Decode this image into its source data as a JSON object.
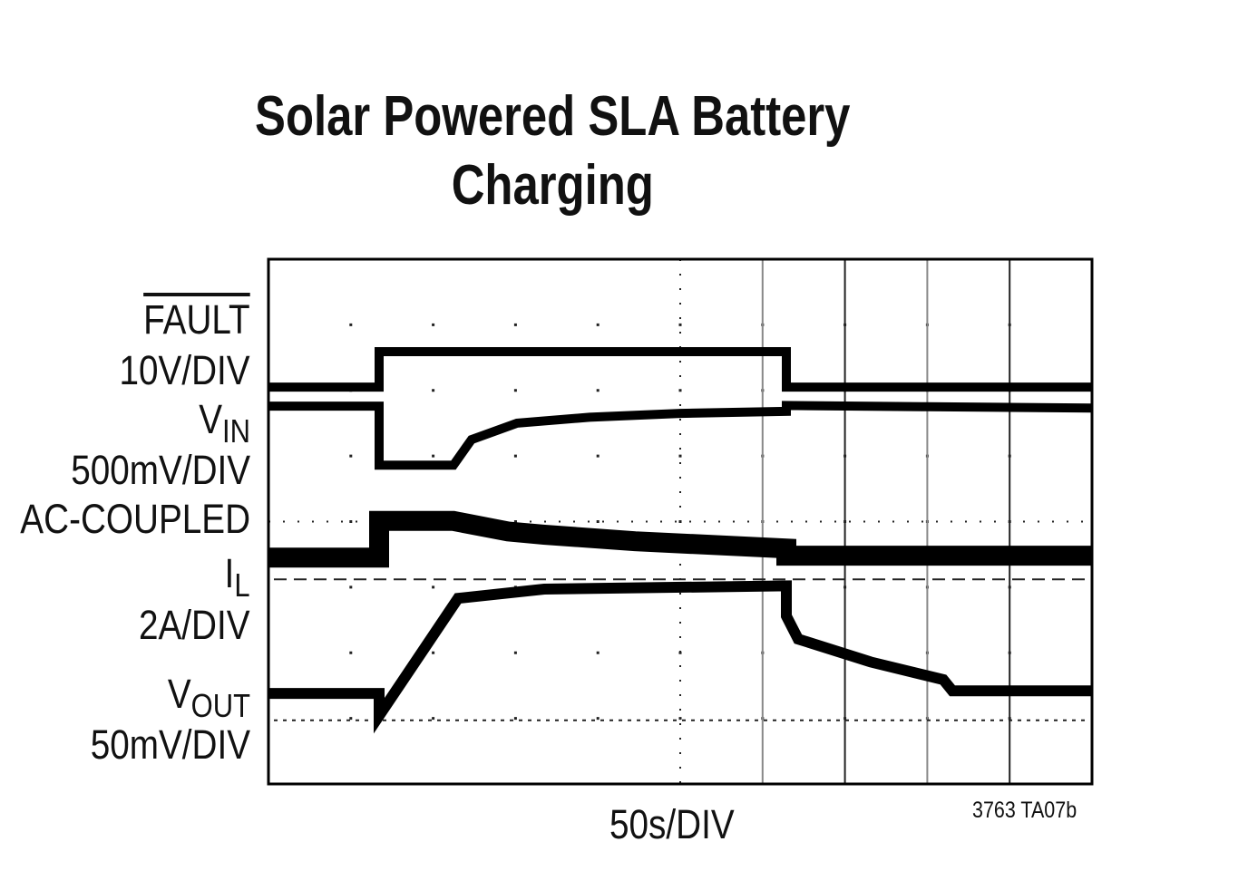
{
  "chart_data": {
    "type": "line",
    "title": "Solar Powered SLA Battery Charging",
    "title_lines": [
      "Solar Powered SLA Battery",
      "Charging"
    ],
    "xlabel": "50s/DIV",
    "footnote": "3763 TA07b",
    "x_units": "s",
    "y_units": "div",
    "xlim": [
      0,
      500
    ],
    "ylim": [
      0,
      8
    ],
    "x_divisions": 10,
    "y_divisions": 8,
    "grid": true,
    "channel_labels": [
      {
        "name": "FAULT",
        "scale": "10V/DIV",
        "overline": true
      },
      {
        "name": "V",
        "sub": "IN",
        "scale": "500mV/DIV",
        "extra": "AC-COUPLED"
      },
      {
        "name": "I",
        "sub": "L",
        "scale": "2A/DIV"
      },
      {
        "name": "V",
        "sub": "OUT",
        "scale": "50mV/DIV"
      }
    ],
    "reference_levels": [
      {
        "name": "IL zero",
        "y": 3.12,
        "style": "dashed"
      },
      {
        "name": "VOUT reference",
        "y": 0.97,
        "style": "dotted"
      }
    ],
    "series": [
      {
        "name": "FAULT",
        "points": [
          [
            0,
            6.05
          ],
          [
            67.2,
            6.05
          ],
          [
            67.2,
            6.59
          ],
          [
            314.4,
            6.59
          ],
          [
            314.4,
            6.05
          ],
          [
            500,
            6.05
          ]
        ]
      },
      {
        "name": "VIN",
        "points": [
          [
            0,
            5.76
          ],
          [
            67.2,
            5.76
          ],
          [
            67.2,
            4.86
          ],
          [
            112.3,
            4.86
          ],
          [
            123.3,
            5.25
          ],
          [
            150.9,
            5.5
          ],
          [
            194.9,
            5.59
          ],
          [
            250,
            5.65
          ],
          [
            314.4,
            5.68
          ],
          [
            314.4,
            5.77
          ],
          [
            400,
            5.75
          ],
          [
            500,
            5.73
          ]
        ]
      },
      {
        "name": "IL",
        "points": [
          [
            0,
            3.45
          ],
          [
            67.2,
            3.45
          ],
          [
            67.2,
            4.01
          ],
          [
            112.3,
            4.01
          ],
          [
            145.4,
            3.85
          ],
          [
            167.4,
            3.8
          ],
          [
            222.5,
            3.7
          ],
          [
            314.4,
            3.59
          ],
          [
            314.4,
            3.48
          ],
          [
            500,
            3.48
          ]
        ]
      },
      {
        "name": "VOUT",
        "points": [
          [
            0,
            1.38
          ],
          [
            67.2,
            1.38
          ],
          [
            67.2,
            1.04
          ],
          [
            115.1,
            2.83
          ],
          [
            167.4,
            2.97
          ],
          [
            314.4,
            3.02
          ],
          [
            314.4,
            2.56
          ],
          [
            321.6,
            2.21
          ],
          [
            365.6,
            1.86
          ],
          [
            409.7,
            1.59
          ],
          [
            415.2,
            1.42
          ],
          [
            500,
            1.42
          ]
        ]
      }
    ]
  }
}
